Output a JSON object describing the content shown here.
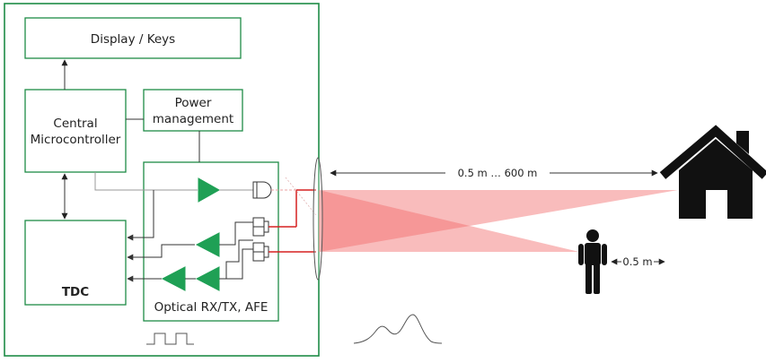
{
  "blocks": {
    "display_keys": "Display / Keys",
    "central_mcu_line1": "Central",
    "central_mcu_line2": "Microcontroller",
    "power_line1": "Power",
    "power_line2": "management",
    "tdc": "TDC",
    "optical": "Optical RX/TX, AFE"
  },
  "dimensions": {
    "range": "0.5 m  …  600 m",
    "person_offset": "0.5 m"
  },
  "colors": {
    "block_border": "#1e8c46",
    "amplifier": "#1fa055",
    "beam": "#f26b6b",
    "laser_line": "#d62020",
    "icon": "#111111"
  },
  "icons": [
    "house-icon",
    "person-icon",
    "amplifier-icon",
    "photodiode-icon",
    "laser-diode-icon",
    "lens-icon",
    "pulse-waveform-icon",
    "echo-waveform-icon"
  ]
}
